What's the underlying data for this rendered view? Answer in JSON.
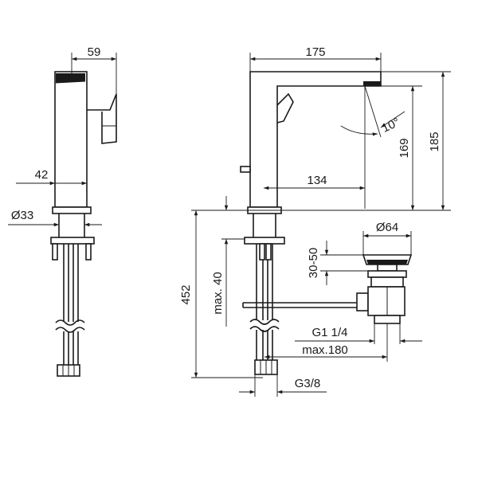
{
  "dimensions": {
    "d59": "59",
    "d42": "42",
    "d33": "Ø33",
    "d175": "175",
    "d10deg": "10°",
    "d169": "169",
    "d185": "185",
    "d134": "134",
    "d64": "Ø64",
    "d3050": "30-50",
    "d452": "452",
    "dmax40": "max. 40",
    "dg114": "G1 1/4",
    "dmax180": "max.180",
    "dg38": "G3/8"
  }
}
